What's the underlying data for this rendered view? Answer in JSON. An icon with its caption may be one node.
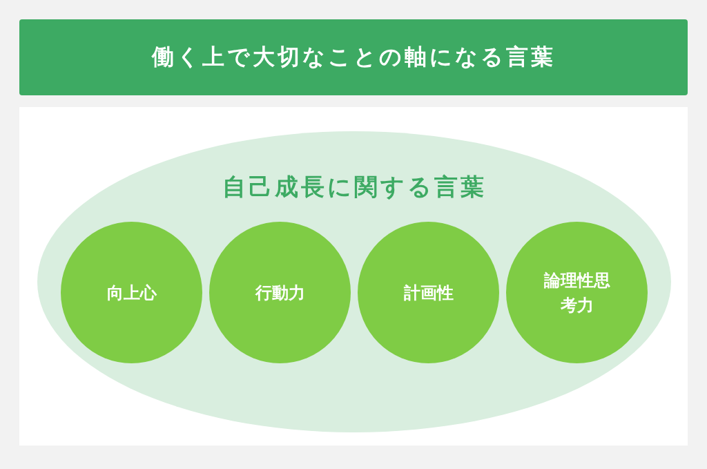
{
  "diagram": {
    "title": "働く上で大切なことの軸になる言葉",
    "nodes": [
      {
        "text": [
          "自己成長に関する言葉"
        ]
      },
      {
        "text": [
          "向上心"
        ],
        "in": 0
      },
      {
        "text": [
          "行動力"
        ],
        "in": 0
      },
      {
        "text": [
          "計画性"
        ],
        "in": 0
      },
      {
        "text": [
          "論理性思考力"
        ],
        "in": 0
      }
    ]
  }
}
